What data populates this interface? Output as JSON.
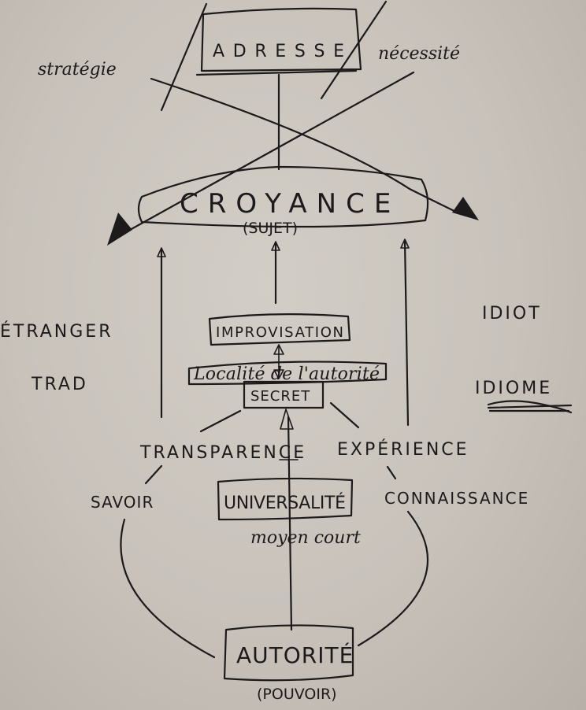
{
  "diagram": {
    "top": {
      "adresse": "ADRESSE",
      "strategie": "stratégie",
      "necessite": "nécessité"
    },
    "croyance": {
      "label": "CROYANCE",
      "sub": "(SUJET)"
    },
    "left": {
      "etranger": "ÉTRANGER",
      "trad": "TRAD"
    },
    "right": {
      "idiot": "IDIOT",
      "idiome": "IDIOME"
    },
    "center": {
      "improvisation": "IMPROVISATION",
      "localite": "Localité de l'autorité",
      "secret": "SECRET",
      "transparence": "TRANSPARENCE",
      "experience": "EXPÉRIENCE",
      "savoir": "SAVOIR",
      "connaissance": "CONNAISSANCE",
      "universalite": "UNIVERSALITÉ",
      "moyen_court": "moyen court"
    },
    "bottom": {
      "autorite": "AUTORITÉ",
      "pouvoir": "(POUVOIR)"
    },
    "colors": {
      "paper": "#c9c3bc",
      "ink": "#1c1a1a"
    }
  }
}
